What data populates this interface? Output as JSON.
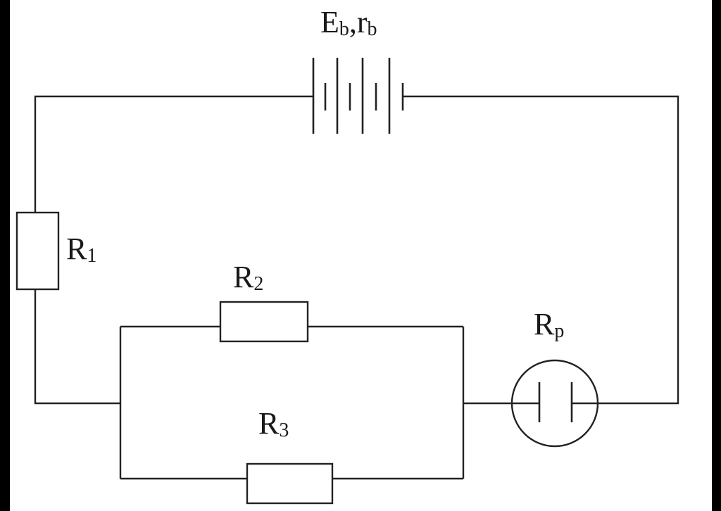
{
  "colors": {
    "background": "#ffffff",
    "frame": "#000000",
    "line": "#222222",
    "text": "#1a1a1a"
  },
  "labels": {
    "battery": {
      "main": "E",
      "sub1": "b",
      "sep": ",",
      "main2": "r",
      "sub2": "b"
    },
    "r1": {
      "main": "R",
      "sub": "1"
    },
    "r2": {
      "main": "R",
      "sub": "2"
    },
    "r3": {
      "main": "R",
      "sub": "3"
    },
    "rp": {
      "main": "R",
      "sub": "p"
    }
  }
}
